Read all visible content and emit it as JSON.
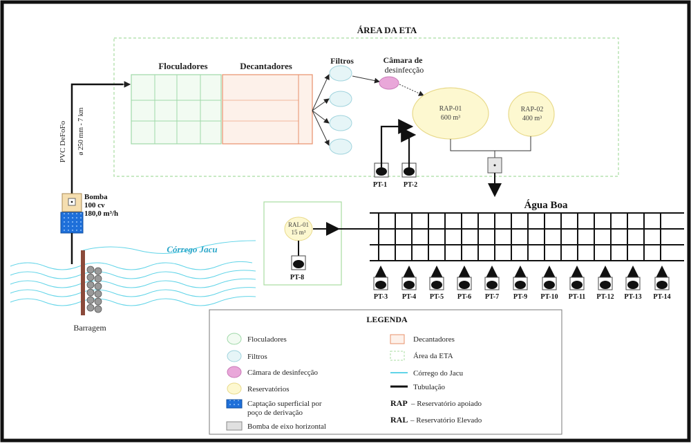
{
  "title": "ÁREA DA ETA",
  "units": {
    "floculadores": "Floculadores",
    "decantadores": "Decantadores",
    "filtros": "Filtros",
    "camara_line1": "Câmara de",
    "camara_line2": "desinfecção"
  },
  "reservoirs": {
    "rap01_name": "RAP-01",
    "rap01_volume": "600 m³",
    "rap02_name": "RAP-02",
    "rap02_volume": "400 m³",
    "ral01_name": "RAL-01",
    "ral01_volume": "15 m³"
  },
  "pipe": {
    "material": "PVC DeFoFo",
    "spec": "ø 250 mm - 7 km"
  },
  "pump": {
    "name": "Bomba",
    "power": "100 cv",
    "flow": "180,0 m³/h"
  },
  "stream_label": "Córrego Jacu",
  "dam_label": "Barragem",
  "district_label": "Água Boa",
  "wells_eta": [
    "PT-1",
    "PT-2"
  ],
  "well_ral": "PT-8",
  "wells_district": [
    "PT-3",
    "PT-4",
    "PT-5",
    "PT-6",
    "PT-7",
    "PT-9",
    "PT-10",
    "PT-11",
    "PT-12",
    "PT-13",
    "PT-14"
  ],
  "legend": {
    "title": "LEGENDA",
    "floculadores": "Floculadores",
    "filtros": "Filtros",
    "camara": "Câmara de desinfecção",
    "reservatorios": "Reservatórios",
    "captacao_line1": "Captação superficial por",
    "captacao_line2": "poço de derivação",
    "bomba": "Bomba de eixo horizontal",
    "decantadores": "Decantadores",
    "area_eta": "Área da ETA",
    "corrego": "Córrego do Jacu",
    "tubulacao": "Tubulação",
    "rap_abbr": "RAP",
    "rap_desc": " – Reservatório apoiado",
    "ral_abbr": "RAL",
    "ral_desc": " – Reservatório Elevado"
  },
  "colors": {
    "floculador_border": "#9fd8a8",
    "floculador_fill": "#f2fbf2",
    "decantador_border": "#e8906a",
    "decantador_fill": "#fdf1ea",
    "filtro_fill": "#e6f5f7",
    "filtro_border": "#9fd3dd",
    "camara_fill": "#e9a7d9",
    "reservatorio_fill": "#fdf8d0",
    "reservatorio_border": "#e8d98a",
    "captacao": "#1e6fd9",
    "stream": "#60d4e8",
    "pipe": "#111111",
    "eta_border": "#a8dca0"
  }
}
